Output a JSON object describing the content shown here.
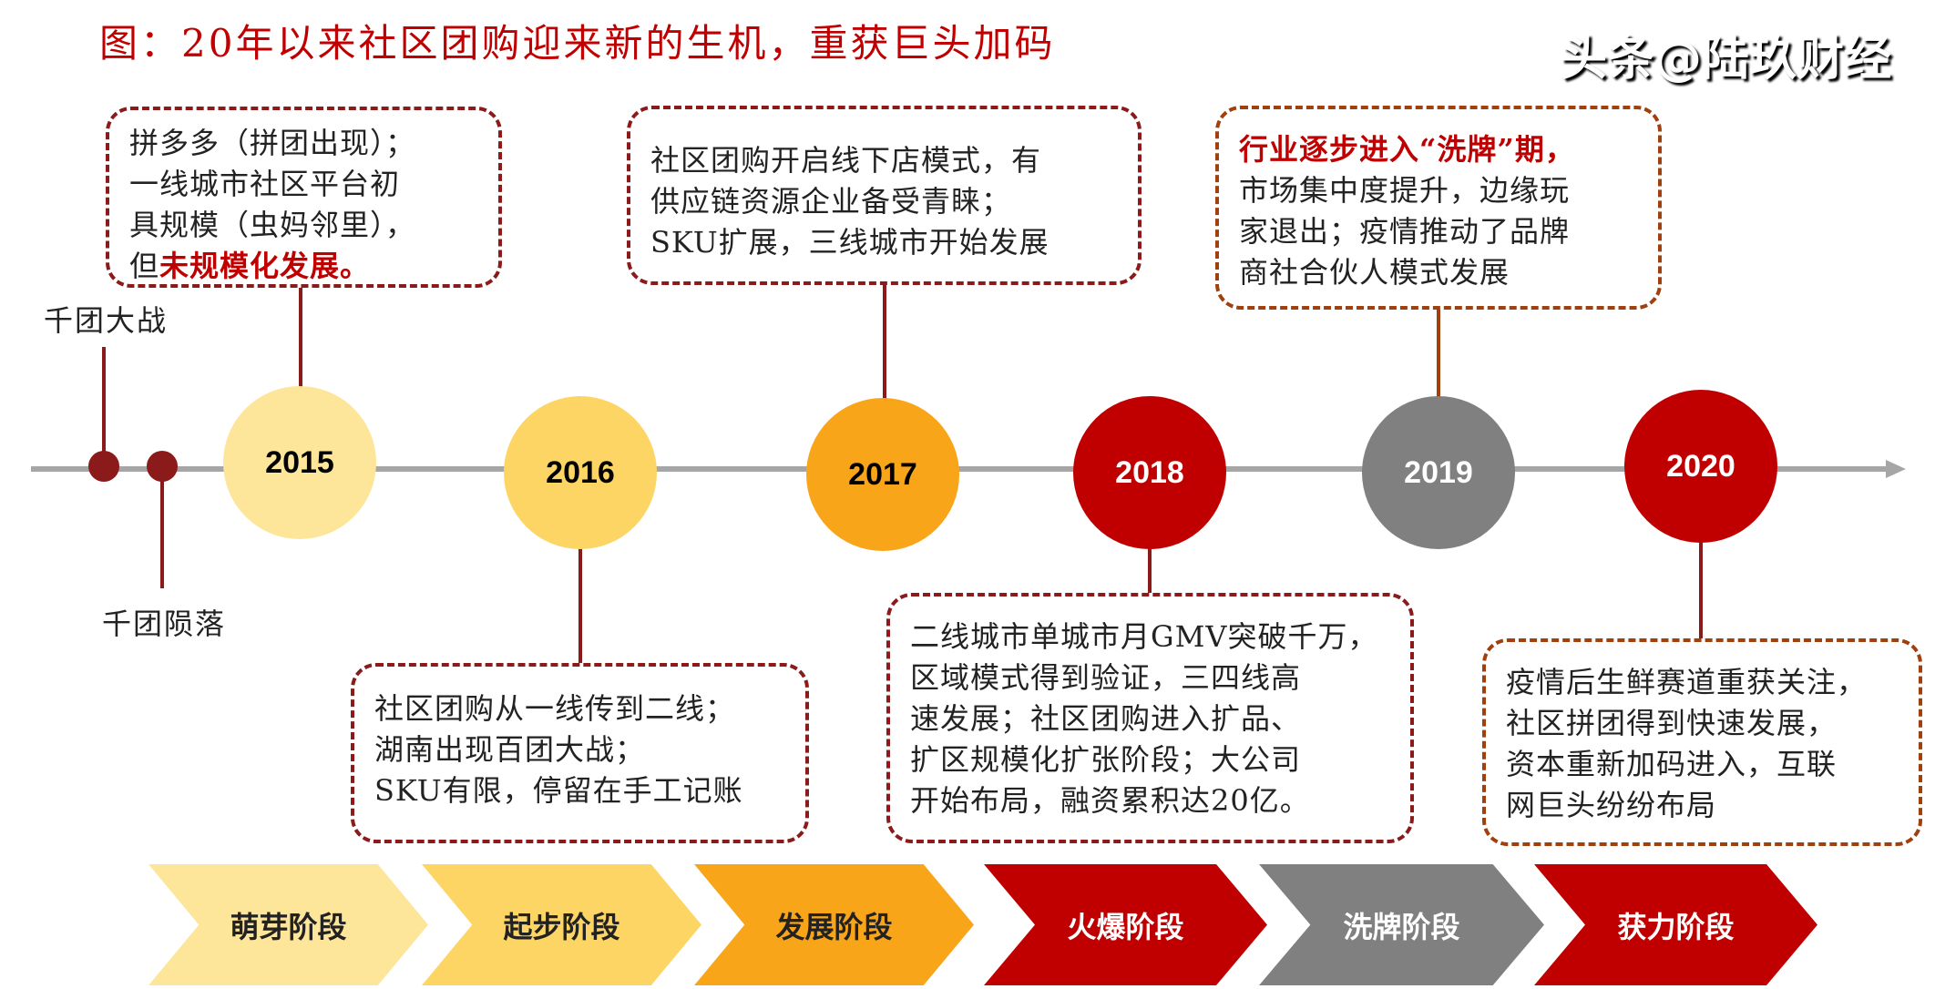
{
  "title": "图：20年以来社区团购迎来新的生机，重获巨头加码",
  "events": {
    "qiantuan_war": "千团大战",
    "qiantuan_fall": "千团陨落"
  },
  "years": [
    {
      "label": "2015",
      "color": "#fde59a"
    },
    {
      "label": "2016",
      "color": "#fdd564"
    },
    {
      "label": "2017",
      "color": "#f9a51a"
    },
    {
      "label": "2018",
      "color": "#c00000"
    },
    {
      "label": "2019",
      "color": "#808080"
    },
    {
      "label": "2020",
      "color": "#c00000"
    }
  ],
  "boxes": {
    "y2015": {
      "l1": "拼多多（拼团出现）；",
      "l2": "一线城市社区平台初",
      "l3": "具规模（虫妈邻里），",
      "l4a": "但",
      "l4b": "未规模化发展。"
    },
    "y2016": {
      "l1": "社区团购从一线传到二线；",
      "l2": "湖南出现百团大战；",
      "l3": "SKU有限，停留在手工记账"
    },
    "y2017": {
      "l1": "社区团购开启线下店模式，有",
      "l2": "供应链资源企业备受青睐；",
      "l3": "SKU扩展，三线城市开始发展"
    },
    "y2018": {
      "l1": "二线城市单城市月GMV突破千万，",
      "l2": "区域模式得到验证，三四线高",
      "l3": "速发展；社区团购进入扩品、",
      "l4": "扩区规模化扩张阶段；大公司",
      "l5": "开始布局，融资累积达20亿。"
    },
    "y2019": {
      "l1": "行业逐步进入“洗牌”期，",
      "l2": "市场集中度提升，边缘玩",
      "l3": "家退出；疫情推动了品牌",
      "l4": "商社合伙人模式发展"
    },
    "y2020": {
      "l1": "疫情后生鲜赛道重获关注，",
      "l2": "社区拼团得到快速发展，",
      "l3": "资本重新加码进入，互联",
      "l4": "网巨头纷纷布局"
    }
  },
  "stages": [
    {
      "label": "萌芽阶段",
      "color": "#fde59a",
      "text": "#222"
    },
    {
      "label": "起步阶段",
      "color": "#fdd564",
      "text": "#222"
    },
    {
      "label": "发展阶段",
      "color": "#f9a51a",
      "text": "#222"
    },
    {
      "label": "火爆阶段",
      "color": "#c00000",
      "text": "#fff"
    },
    {
      "label": "洗牌阶段",
      "color": "#808080",
      "text": "#fff"
    },
    {
      "label": "获力阶段",
      "color": "#c00000",
      "text": "#fff"
    }
  ],
  "watermark": "头条@陆玖财经"
}
